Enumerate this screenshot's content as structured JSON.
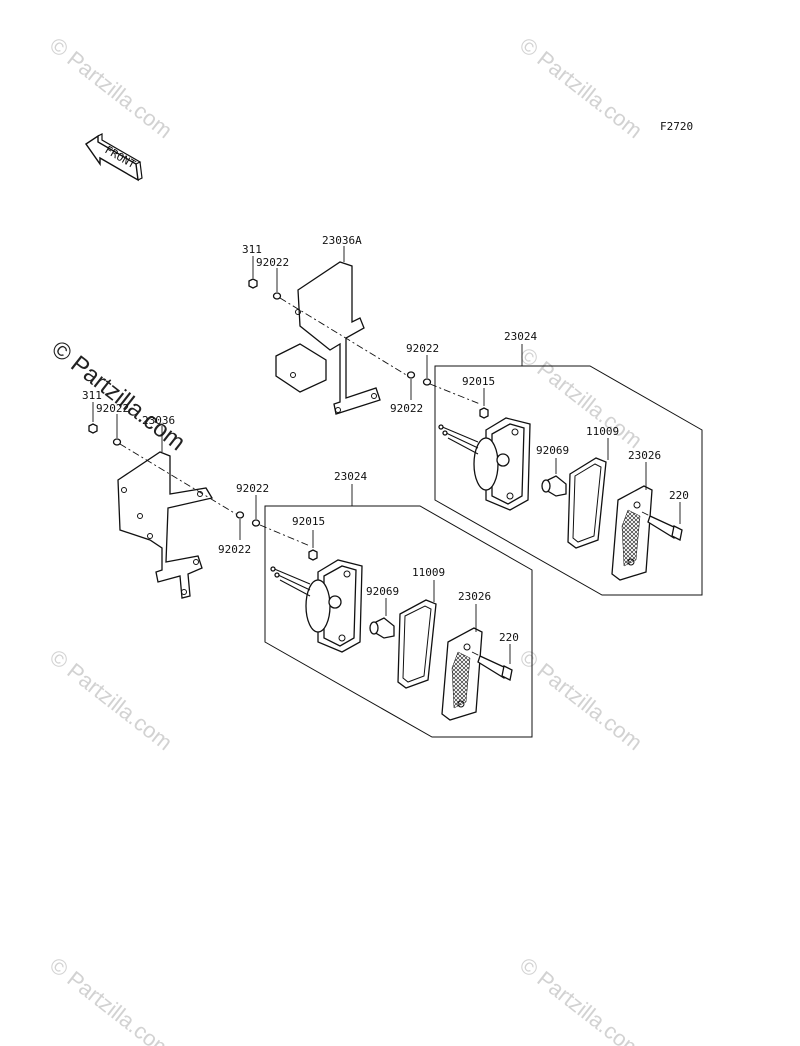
{
  "watermarks": {
    "text": "© Partzilla.com",
    "dark_text": "© Partzilla.com"
  },
  "figure_code": "F2720",
  "front_arrow": {
    "label": "FRONT",
    "icon": "front-arrow-icon"
  },
  "part_labels": {
    "upper_assembly": {
      "p311": "311",
      "p92022_a": "92022",
      "p23036A": "23036A",
      "p92022_b": "92022",
      "p92022_c": "92022",
      "p23024": "23024",
      "p92015": "92015",
      "p11009": "11009",
      "p92069": "92069",
      "p23026": "23026",
      "p220": "220"
    },
    "lower_assembly": {
      "p311": "311",
      "p92022_a": "92022",
      "p23036": "23036",
      "p92022_b": "92022",
      "p92022_c": "92022",
      "p23024": "23024",
      "p92015": "92015",
      "p11009": "11009",
      "p92069": "92069",
      "p23026": "23026",
      "p220": "220"
    }
  },
  "colors": {
    "ink": "#111111",
    "watermark": "#d2d2d2",
    "background": "#ffffff"
  }
}
